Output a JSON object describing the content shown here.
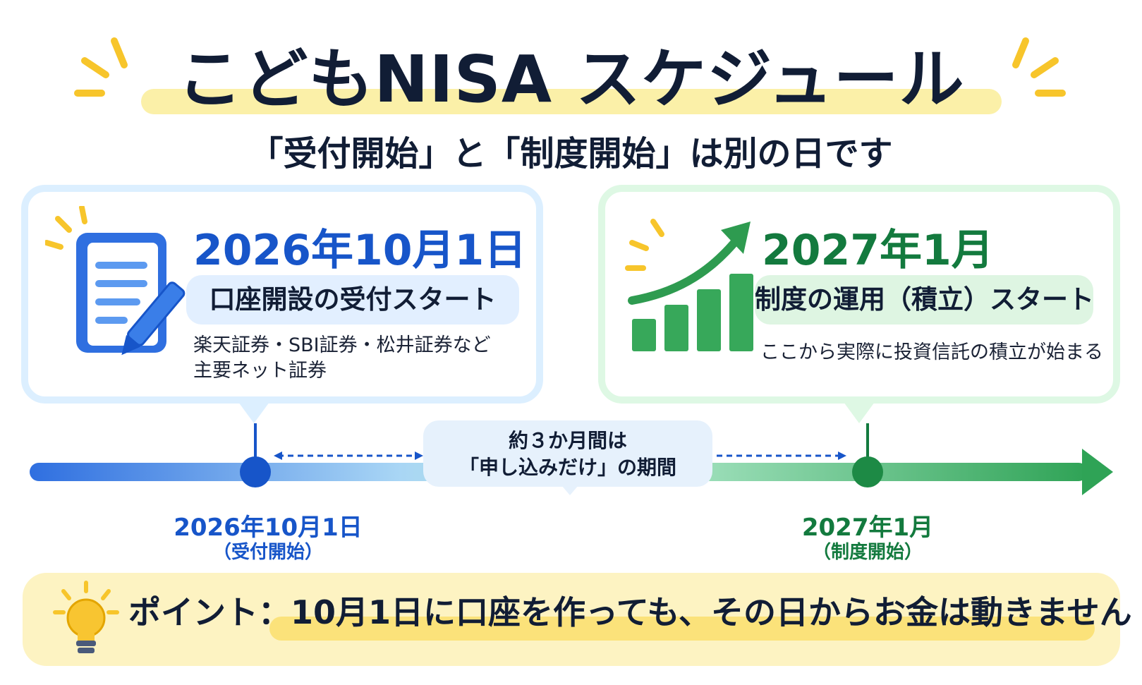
{
  "header": {
    "title": "こどもNISA スケジュール",
    "subtitle": "「受付開始」と「制度開始」は別の日です"
  },
  "left_card": {
    "date": "2026年10月1日",
    "pill": "口座開設の受付スタート",
    "note_line1": "楽天証券・SBI証券・松井証券など",
    "note_line2": "主要ネット証券",
    "icon": "document-pen-icon",
    "accent": "#1755c9"
  },
  "right_card": {
    "date": "2027年1月",
    "pill": "制度の運用（積立）スタート",
    "note": "ここから実際に投資信託の積立が始まる",
    "icon": "growth-chart-icon",
    "accent": "#137a3e"
  },
  "timeline": {
    "gap_line1": "約３か月間は",
    "gap_line2": "「申し込みだけ」の期間",
    "left_date": "2026年10月1日",
    "left_sub": "（受付開始）",
    "right_date": "2027年1月",
    "right_sub": "（制度開始）"
  },
  "point": {
    "text": "ポイント：10月1日に口座を作っても、その日からお金は動きません",
    "icon": "lightbulb-icon"
  }
}
